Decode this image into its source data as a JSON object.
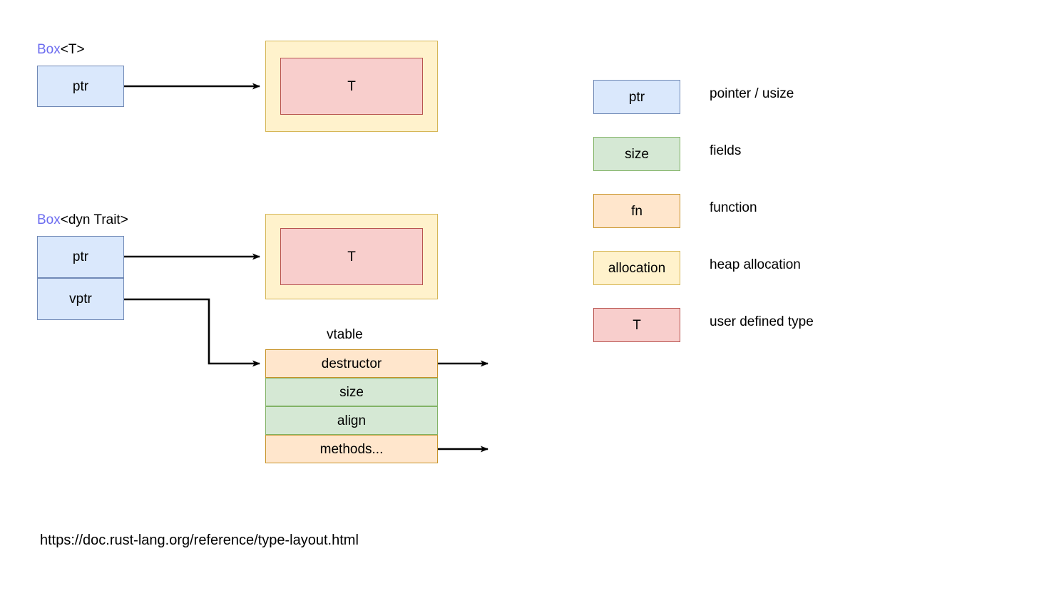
{
  "diagram": {
    "title_hidden": "",
    "source_url": "https://doc.rust-lang.org/reference/type-layout.html",
    "colors": {
      "pointer_fill": "#DAE8FC",
      "pointer_stroke": "#7089B6",
      "field_fill": "#D5E8D4",
      "field_stroke": "#82B366",
      "function_fill": "#FFE6CC",
      "function_stroke": "#C8942A",
      "allocation_fill": "#FFF2CC",
      "allocation_stroke": "#D6B656",
      "type_fill": "#F8CECC",
      "type_stroke": "#B85450",
      "keyword_text": "#6C6CF0",
      "edge": "#000000"
    }
  },
  "box_t": {
    "label_keyword": "Box",
    "label_generic": "<T>",
    "ptr_cell": "ptr",
    "allocation_inner": "T"
  },
  "box_dyn_trait": {
    "label_keyword": "Box",
    "label_generic": "<dyn Trait>",
    "ptr_cell": "ptr",
    "vptr_cell": "vptr",
    "allocation_inner": "T"
  },
  "vtable": {
    "caption": "vtable",
    "rows": [
      {
        "label": "destructor",
        "kind": "fn",
        "has_pointer_dot": true
      },
      {
        "label": "size",
        "kind": "field",
        "has_pointer_dot": false
      },
      {
        "label": "align",
        "kind": "field",
        "has_pointer_dot": false
      },
      {
        "label": "methods...",
        "kind": "fn",
        "has_pointer_dot": true
      }
    ]
  },
  "legend": {
    "items": [
      {
        "swatch": "ptr",
        "description": "pointer / usize",
        "kind": "ptr"
      },
      {
        "swatch": "size",
        "description": "fields",
        "kind": "field"
      },
      {
        "swatch": "fn",
        "description": "function",
        "kind": "fn"
      },
      {
        "swatch": "allocation",
        "description": "heap allocation",
        "kind": "alloc"
      },
      {
        "swatch": "T",
        "description": "user defined type",
        "kind": "type"
      }
    ]
  },
  "footer": {
    "url": "https://doc.rust-lang.org/reference/type-layout.html"
  }
}
